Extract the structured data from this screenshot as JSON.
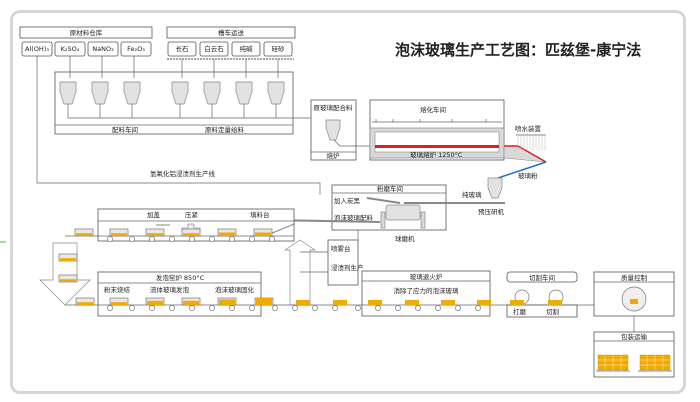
{
  "title": "泡沫玻璃生产工艺图：匹兹堡-康宁法",
  "raw_storage": {
    "label": "原材料仓库",
    "items": [
      "Al(OH)₃",
      "K₂SO₄",
      "NaNO₃",
      "Fe₂O₃"
    ]
  },
  "truck_delivery": {
    "label": "槽车运送",
    "items": [
      "长石",
      "白云石",
      "纯碱",
      "硅砂"
    ]
  },
  "batching": {
    "left_label": "配料车间",
    "right_label": "原料定量给料"
  },
  "batch_mix": {
    "label": "原玻璃配合料",
    "furnace": "熔炉"
  },
  "melting": {
    "label": "熔化车间",
    "furnace": "玻璃熔炉 1250°C",
    "spray": "喷水装置",
    "powder": "玻璃粉"
  },
  "grinding": {
    "label": "粉磨车间",
    "carbon": "加入炭黑",
    "mix": "泡沫玻璃配料",
    "mill": "球磨机",
    "pure_glass": "纯玻璃",
    "press": "预压研机"
  },
  "impregnation_line": "氢氧化铝浸渍剂生产线",
  "mould_line": {
    "heat": "加盖",
    "press": "压紧",
    "fill": "填料台"
  },
  "spray_station": {
    "spray": "喷雾台",
    "agent": "浸渍剂生产"
  },
  "foaming": {
    "label": "发泡窑炉 850°C",
    "stages": [
      "粉末烧结",
      "流体玻璃发泡",
      "泡沫玻璃固化"
    ]
  },
  "annealing": {
    "label": "玻璃退火炉",
    "desc": "消除了应力的泡沫玻璃"
  },
  "cutting": {
    "label": "切割车间",
    "grind": "打磨",
    "cut": "切割"
  },
  "quality": {
    "label": "质量控制"
  },
  "packaging": {
    "label": "包装运输"
  },
  "colors": {
    "orange": "#f2a900",
    "red": "#e02020",
    "blue": "#2a6fc0",
    "frame": "#d6d6d6"
  }
}
